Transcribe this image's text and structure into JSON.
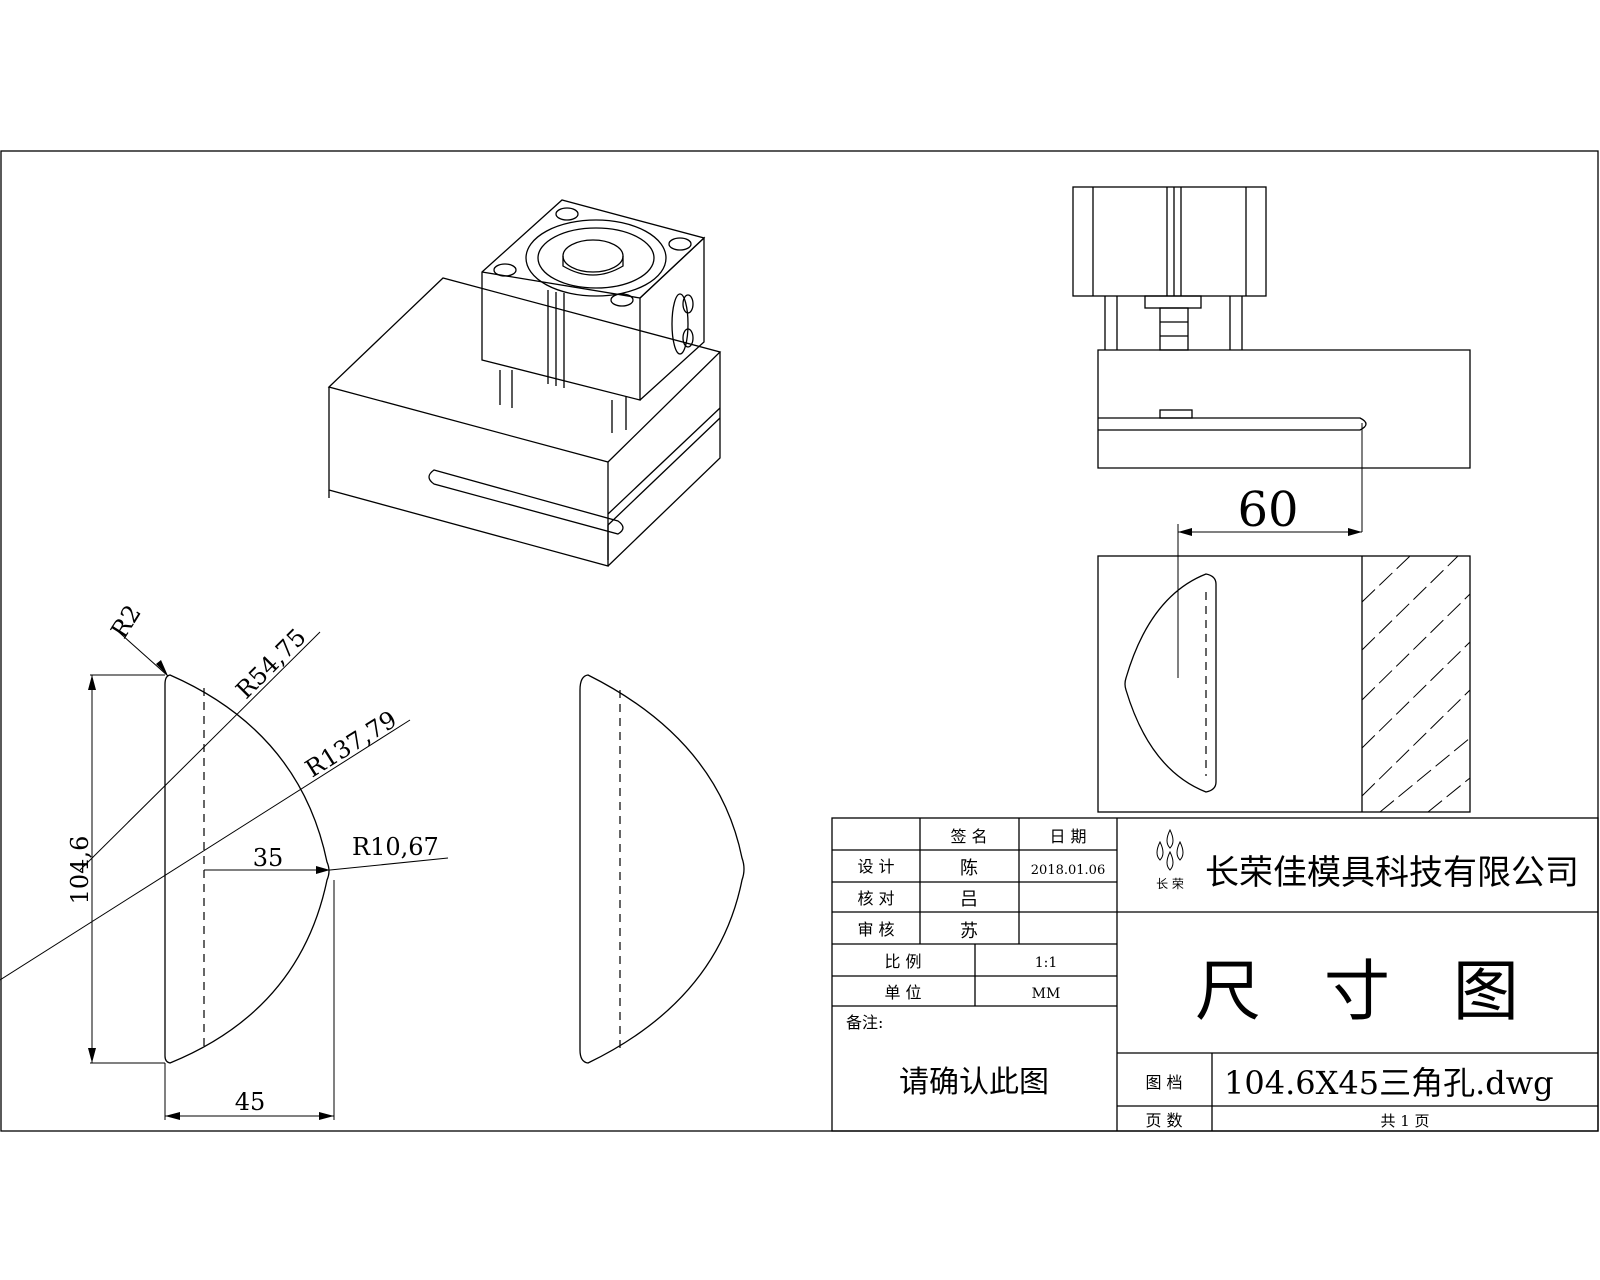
{
  "drawing": {
    "dimensions": {
      "r2": "R2",
      "r54": "R54,75",
      "r137": "R137,79",
      "r10": "R10,67",
      "d35": "35",
      "d104": "104,6",
      "d45": "45",
      "d60": "60"
    }
  },
  "title_block": {
    "header_sign": "签 名",
    "header_date": "日 期",
    "row_design_label": "设 计",
    "row_design_name": "陈",
    "row_design_date": "2018.01.06",
    "row_check_label": "核 对",
    "row_check_name": "吕",
    "row_review_label": "审 核",
    "row_review_name": "苏",
    "scale_label": "比 例",
    "scale_value": "1:1",
    "unit_label": "单 位",
    "unit_value": "MM",
    "remarks_label": "备注:",
    "remarks_text": "请确认此图",
    "company": "长荣佳模具科技有限公司",
    "logo_text": "长 荣",
    "drawing_title": "尺   寸   图",
    "file_label": "图 档",
    "file_name": "104.6X45三角孔.dwg",
    "pages_label": "页 数",
    "pages_value": "共 1 页"
  }
}
